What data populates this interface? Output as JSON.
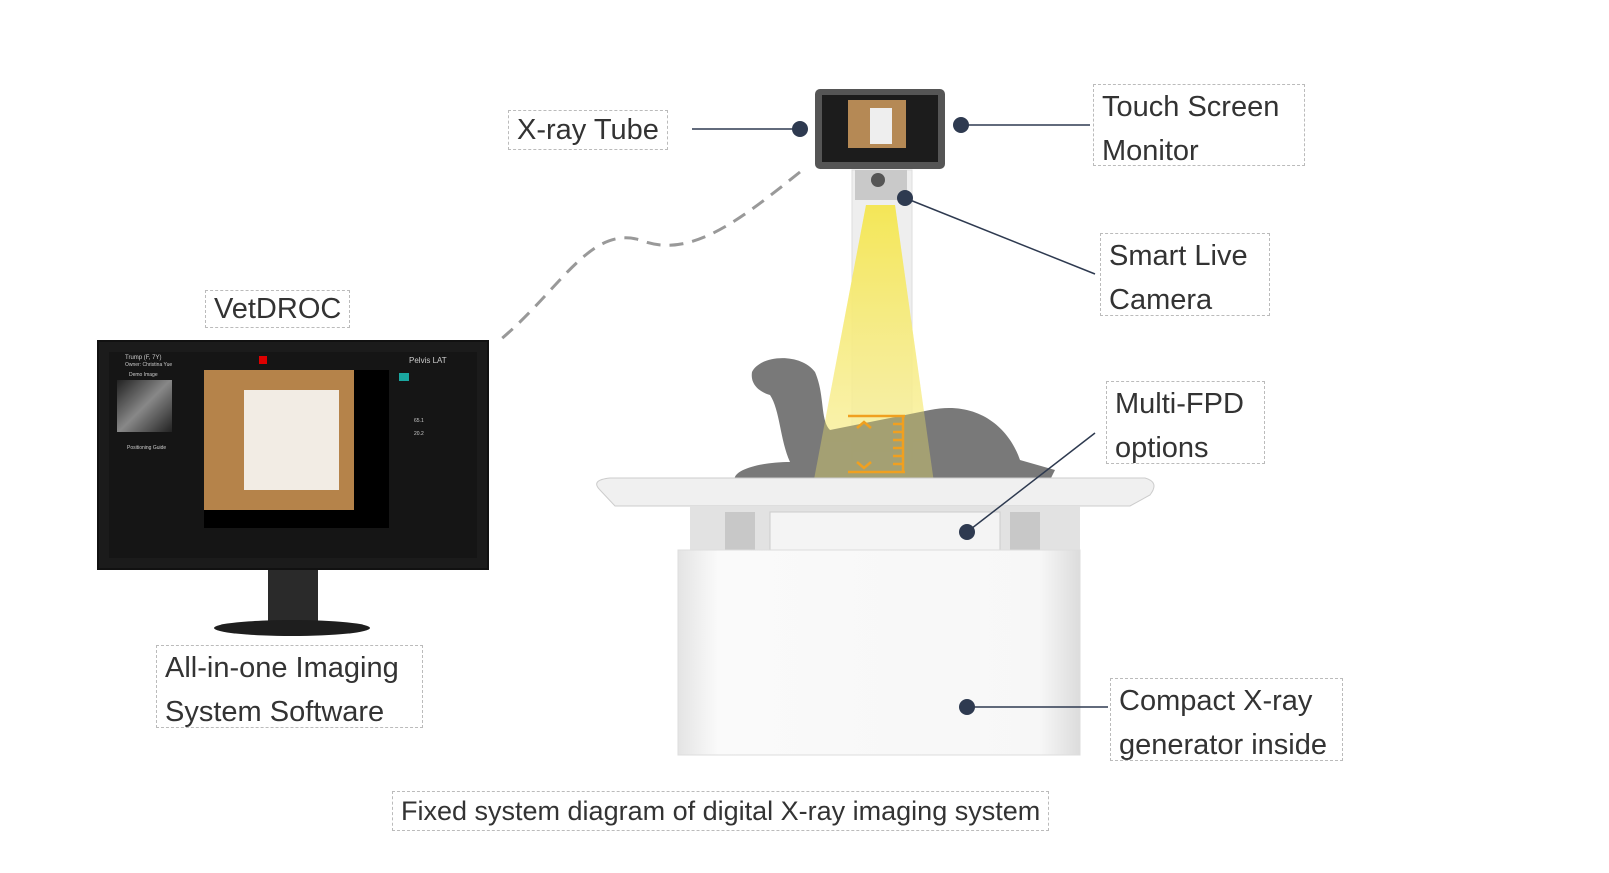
{
  "labels": {
    "xray_tube": "X-ray Tube",
    "touch_screen": [
      "Touch Screen",
      "Monitor"
    ],
    "smart_camera": [
      "Smart Live",
      "Camera"
    ],
    "vetdroc": "VetDROC",
    "multi_fpd": [
      "Multi-FPD",
      "options"
    ],
    "software": [
      "All-in-one Imaging",
      "System Software"
    ],
    "generator": [
      "Compact X-ray",
      "generator inside"
    ],
    "caption": "Fixed system diagram of digital X-ray imaging system"
  },
  "software_screen": {
    "patient": "Trump (F, 7Y)",
    "owner": "Owner: Christina Yue",
    "demo_image": "Demo Image",
    "positioning_guide": "Positioning Guide",
    "view": "Pelvis LAT",
    "kv": "65.1",
    "mas": "20.2"
  },
  "colors": {
    "dot": "#2e3a50",
    "beam": "#f3e76a",
    "ruler": "#f0a020"
  }
}
